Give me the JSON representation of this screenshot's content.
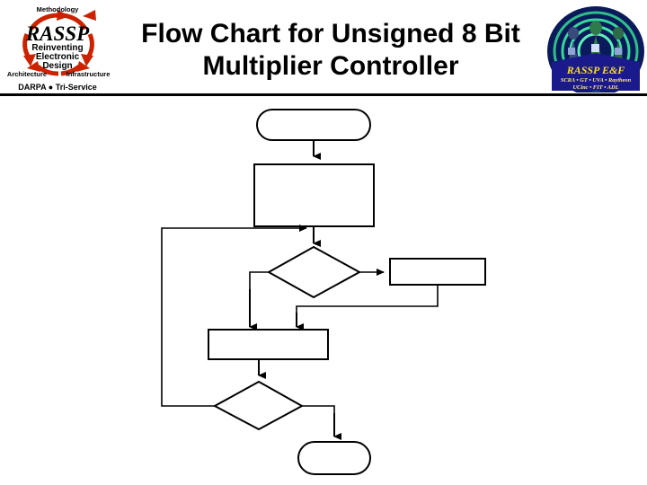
{
  "slide": {
    "title_line1": "Flow Chart for Unsigned 8 Bit",
    "title_line2": "Multiplier Controller",
    "background_color": "#ffffff",
    "text_color": "#000000",
    "rule_color": "#000000"
  },
  "rassp_logo": {
    "wordmark": "RASSP",
    "tagline_line1": "Reinventing",
    "tagline_line2": "Electronic",
    "tagline_line3": "Design",
    "cycle_top": "Methodology",
    "cycle_left": "Architecture",
    "cycle_right": "Infrastructure",
    "footer": "DARPA ● Tri-Service",
    "arrow_color": "#cc2200"
  },
  "ef_logo": {
    "title": "RASSP E&F",
    "partners_line1": "SCRA • GT • UVA • Raytheon",
    "partners_line2": "UCinc • FIT • ADL",
    "title_color": "#ffdd22",
    "banner_color": "#1a1a8c",
    "field_color": "#0a1a5a",
    "ray_color": "#33dd99"
  },
  "flowchart": {
    "line_color": "#000000",
    "shape_fill": "#ffffff",
    "nodes": [
      {
        "id": "start",
        "type": "terminator",
        "label": ""
      },
      {
        "id": "process1",
        "type": "process",
        "label": ""
      },
      {
        "id": "decision1",
        "type": "decision",
        "label": ""
      },
      {
        "id": "process2",
        "type": "process",
        "label": ""
      },
      {
        "id": "process3",
        "type": "process",
        "label": ""
      },
      {
        "id": "decision2",
        "type": "decision",
        "label": ""
      },
      {
        "id": "end",
        "type": "terminator",
        "label": ""
      }
    ],
    "edges": [
      {
        "from": "start",
        "to": "process1",
        "label": ""
      },
      {
        "from": "process1",
        "to": "decision1",
        "label": ""
      },
      {
        "from": "decision1",
        "to": "process2",
        "label": ""
      },
      {
        "from": "decision1",
        "to": "process3",
        "label": ""
      },
      {
        "from": "process2",
        "to": "process3",
        "label": ""
      },
      {
        "from": "process3",
        "to": "decision2",
        "label": ""
      },
      {
        "from": "decision2",
        "to": "decision1",
        "label": ""
      },
      {
        "from": "decision2",
        "to": "end",
        "label": ""
      }
    ]
  }
}
